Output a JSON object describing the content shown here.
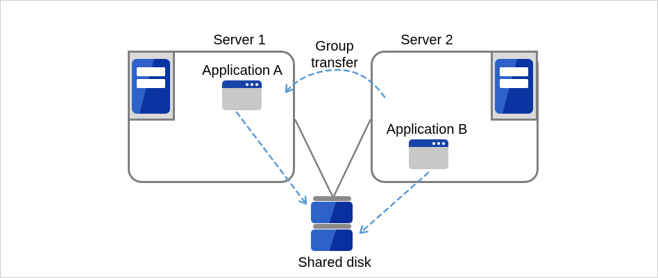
{
  "diagram": {
    "server1": {
      "label": "Server 1"
    },
    "server2": {
      "label": "Server 2"
    },
    "application_a": {
      "label": "Application A"
    },
    "application_b": {
      "label": "Application B"
    },
    "group_transfer": {
      "label": "Group transfer"
    },
    "shared_disk": {
      "label": "Shared disk"
    },
    "icons": {
      "server1": "server-tower-icon",
      "server2": "server-tower-icon",
      "application_a": "app-window-icon",
      "application_b": "app-window-icon",
      "shared_disk": "disk-stack-icon"
    },
    "colors": {
      "connector_blue": "#5B9BD5",
      "outline_gray": "#7F7F7F",
      "panel_gray": "#D9D9D9",
      "server_blue_light": "#2E62C9",
      "server_blue_dark": "#0A34A2",
      "window_titlebar_blue": "#1843A8",
      "window_body_gray": "#C8C8C8",
      "disk_bar_gray": "#8A8A8A",
      "text_black": "#000000"
    }
  }
}
